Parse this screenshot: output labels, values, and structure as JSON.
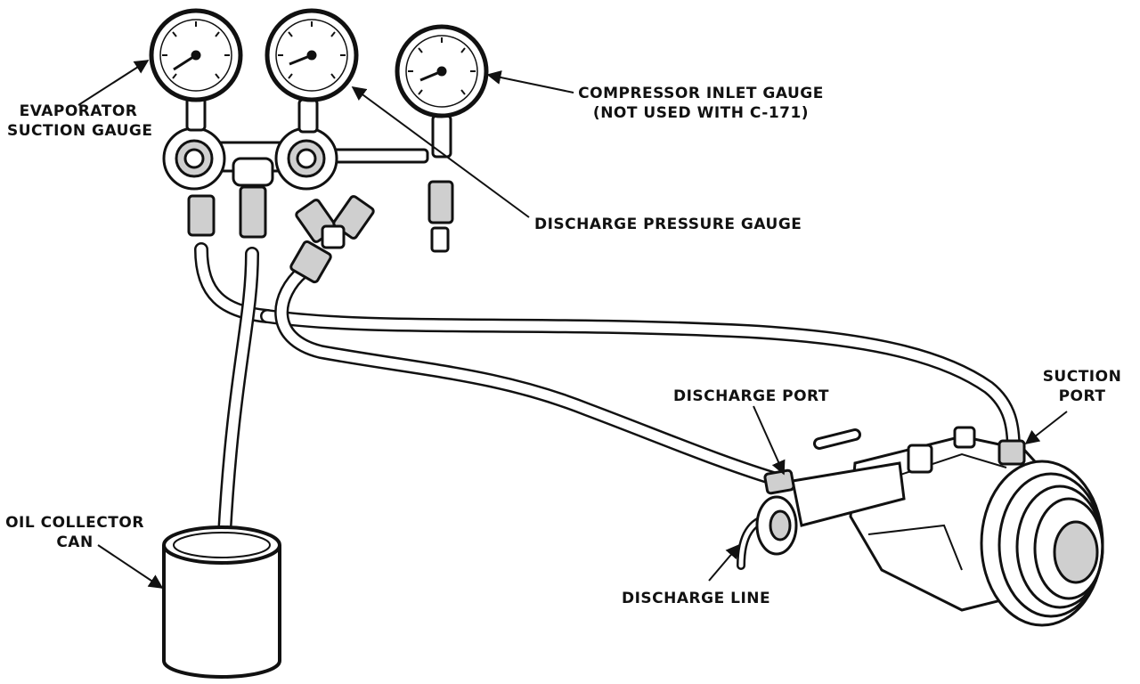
{
  "labels": {
    "evaporator_line1": "EVAPORATOR",
    "evaporator_line2": "SUCTION GAUGE",
    "compressor_inlet_line1": "COMPRESSOR INLET GAUGE",
    "compressor_inlet_line2": "(NOT USED WITH C-171)",
    "discharge_pressure": "DISCHARGE PRESSURE GAUGE",
    "discharge_port": "DISCHARGE PORT",
    "suction_port_line1": "SUCTION",
    "suction_port_line2": "PORT",
    "oil_collector_line1": "OIL COLLECTOR",
    "oil_collector_line2": "CAN",
    "discharge_line": "DISCHARGE LINE"
  },
  "colors": {
    "ink": "#111111",
    "paper": "#ffffff",
    "shade": "#cfcfcf"
  }
}
